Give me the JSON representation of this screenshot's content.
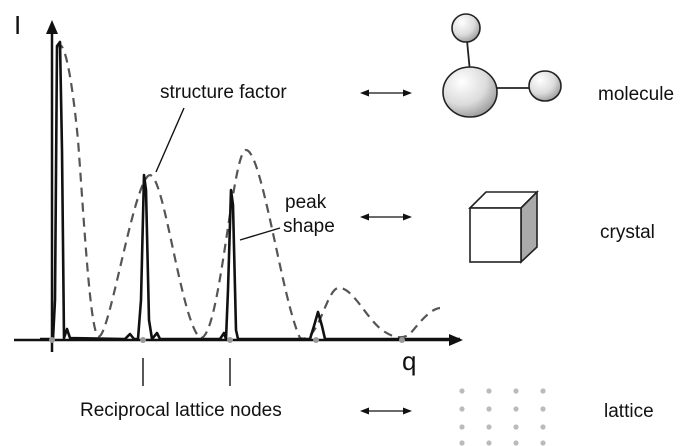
{
  "axes": {
    "y_label": "I",
    "x_label": "q"
  },
  "annotations": {
    "structure_factor": "structure factor",
    "peak_shape_line1": "peak",
    "peak_shape_line2": "shape",
    "reciprocal_lattice_nodes": "Reciprocal lattice nodes"
  },
  "rows": {
    "molecule": "molecule",
    "crystal": "crystal",
    "lattice": "lattice"
  },
  "icons": {
    "molecule": "molecule-icon",
    "crystal": "cube-icon",
    "lattice": "lattice-dots-icon",
    "arrow": "double-arrow-icon"
  },
  "colors": {
    "ink": "#111111",
    "dashed_curve": "#555555",
    "sphere_fill": "#dddddd",
    "cube_side": "#aaaaaa",
    "lattice_dot": "#bbbbbb",
    "node_marker": "#999999"
  }
}
